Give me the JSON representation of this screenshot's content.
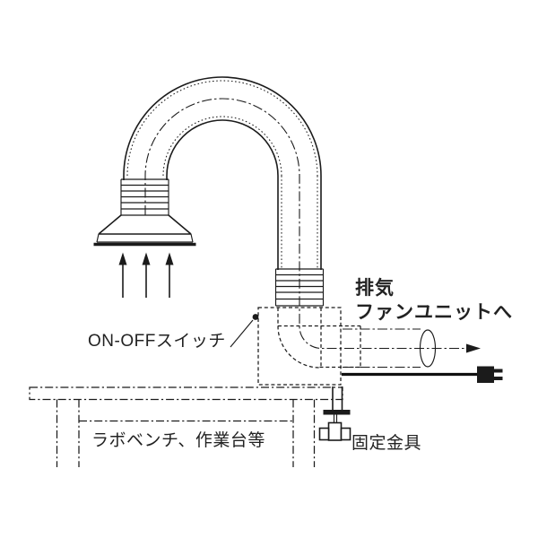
{
  "diagram": {
    "labels": {
      "exhaust_line1": "排気",
      "exhaust_line2": "ファンユニットへ",
      "on_off_switch": "ON-OFFスイッチ",
      "bench": "ラボベンチ、作業台等",
      "fixing_bracket": "固定金具"
    },
    "colors": {
      "line": "#1b1b1b",
      "background": "#ffffff",
      "text": "#222222"
    },
    "icons": [
      "power-plug-icon",
      "airflow-arrow-icon",
      "flow-direction-arrow-icon",
      "on-off-switch-dot-icon"
    ]
  }
}
